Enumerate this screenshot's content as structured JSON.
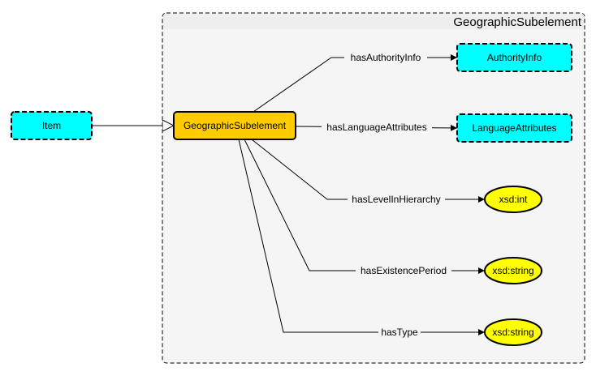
{
  "container": {
    "title": "GeographicSubelement"
  },
  "nodes": {
    "item": {
      "label": "Item",
      "color": "#00FFFF"
    },
    "geographic_subelement": {
      "label": "GeographicSubelement",
      "color": "#FFCC00"
    },
    "authority_info": {
      "label": "AuthorityInfo",
      "color": "#00FFFF"
    },
    "language_attributes": {
      "label": "LanguageAttributes",
      "color": "#00FFFF"
    },
    "xsd_int": {
      "label": "xsd:int",
      "color": "#FFFF00"
    },
    "xsd_string_existence": {
      "label": "xsd:string",
      "color": "#FFFF00"
    },
    "xsd_string_type": {
      "label": "xsd:string",
      "color": "#FFFF00"
    }
  },
  "edges": {
    "has_authority_info": {
      "label": "hasAuthorityInfo"
    },
    "has_language_attributes": {
      "label": "hasLanguageAttributes"
    },
    "has_level_in_hierarchy": {
      "label": "hasLevelInHierarchy"
    },
    "has_existence_period": {
      "label": "hasExistencePeriod"
    },
    "has_type": {
      "label": "hasType"
    }
  }
}
